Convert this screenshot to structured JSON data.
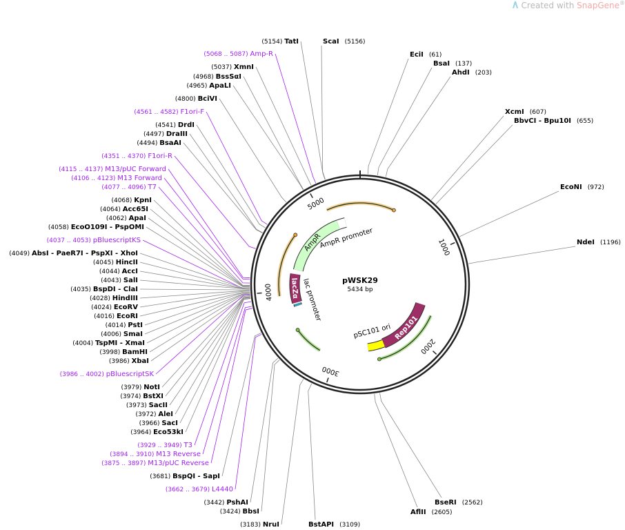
{
  "watermark": {
    "prefix": "Created with ",
    "brand": "SnapGene",
    "mark": "®",
    "icon": "snapgene-logo-icon"
  },
  "plasmid": {
    "name": "pWSK29",
    "size_label": "5434 bp",
    "length": 5434
  },
  "ticks": [
    {
      "pos": 1000,
      "label": "1000"
    },
    {
      "pos": 2000,
      "label": "2000"
    },
    {
      "pos": 3000,
      "label": "3000"
    },
    {
      "pos": 4000,
      "label": "4000"
    },
    {
      "pos": 5000,
      "label": "5000"
    }
  ],
  "features": [
    {
      "name": "AmpR",
      "start": 4268,
      "end": 5130,
      "color": "#cfffc9",
      "type": "arrow"
    },
    {
      "name": "AmpR promoter",
      "start": 5130,
      "end": 5234,
      "color": "#ffffff",
      "type": "arrow"
    },
    {
      "name": "lacZα",
      "start": 3835,
      "end": 4210,
      "color": "#9d2f66",
      "type": "arrow"
    },
    {
      "name": "lac promoter",
      "start": 3790,
      "end": 3820,
      "color": "#34a0b8",
      "type": "box"
    },
    {
      "name": "Rep101",
      "start": 1630,
      "end": 2390,
      "color": "#9d2f66",
      "type": "arrow"
    },
    {
      "name": "pSC101 ori",
      "start": 2390,
      "end": 2610,
      "color": "#ffff00",
      "type": "box"
    }
  ],
  "cut_labels_right": [
    {
      "pos": "(61)",
      "name": "EciI",
      "site": 61
    },
    {
      "pos": "(137)",
      "name": "BsaI",
      "site": 137
    },
    {
      "pos": "(203)",
      "name": "AhdI",
      "site": 203
    },
    {
      "pos": "(607)",
      "name": "XcmI",
      "site": 607
    },
    {
      "pos": "(655)",
      "name": "BbvCI - Bpu10I",
      "site": 655
    },
    {
      "pos": "(972)",
      "name": "EcoNI",
      "site": 972
    },
    {
      "pos": "(1196)",
      "name": "NdeI",
      "site": 1196
    },
    {
      "pos": "(2562)",
      "name": "BseRI",
      "site": 2562
    },
    {
      "pos": "(2605)",
      "name": "AflII",
      "site": 2605
    },
    {
      "pos": "(3109)",
      "name": "BstAPI",
      "site": 3109
    },
    {
      "pos": "(5156)",
      "name": "ScaI",
      "site": 5156
    }
  ],
  "cut_labels_left": [
    {
      "pos": "(5154)",
      "name": "TatI",
      "site": 5154
    },
    {
      "pos": "(5037)",
      "name": "XmnI",
      "site": 5037
    },
    {
      "pos": "(4968)",
      "name": "BssSαI",
      "site": 4968
    },
    {
      "pos": "(4965)",
      "name": "ApaLI",
      "site": 4965
    },
    {
      "pos": "(4800)",
      "name": "BciVI",
      "site": 4800
    },
    {
      "pos": "(4541)",
      "name": "DrdI",
      "site": 4541
    },
    {
      "pos": "(4497)",
      "name": "DraIII",
      "site": 4497
    },
    {
      "pos": "(4494)",
      "name": "BsaAI",
      "site": 4494
    },
    {
      "pos": "(4068)",
      "name": "KpnI",
      "site": 4068
    },
    {
      "pos": "(4064)",
      "name": "Acc65I",
      "site": 4064
    },
    {
      "pos": "(4062)",
      "name": "ApaI",
      "site": 4062
    },
    {
      "pos": "(4058)",
      "name": "EcoO109I - PspOMI",
      "site": 4058
    },
    {
      "pos": "(4049)",
      "name": "AbsI - PaeR7I - PspXI - XhoI",
      "site": 4049
    },
    {
      "pos": "(4045)",
      "name": "HincII",
      "site": 4045
    },
    {
      "pos": "(4044)",
      "name": "AccI",
      "site": 4044
    },
    {
      "pos": "(4043)",
      "name": "SalI",
      "site": 4043
    },
    {
      "pos": "(4035)",
      "name": "BspDI - ClaI",
      "site": 4035
    },
    {
      "pos": "(4028)",
      "name": "HindIII",
      "site": 4028
    },
    {
      "pos": "(4024)",
      "name": "EcoRV",
      "site": 4024
    },
    {
      "pos": "(4016)",
      "name": "EcoRI",
      "site": 4016
    },
    {
      "pos": "(4014)",
      "name": "PstI",
      "site": 4014
    },
    {
      "pos": "(4006)",
      "name": "SmaI",
      "site": 4006
    },
    {
      "pos": "(4004)",
      "name": "TspMI - XmaI",
      "site": 4004
    },
    {
      "pos": "(3998)",
      "name": "BamHI",
      "site": 3998
    },
    {
      "pos": "(3986)",
      "name": "XbaI",
      "site": 3986
    },
    {
      "pos": "(3979)",
      "name": "NotI",
      "site": 3979
    },
    {
      "pos": "(3974)",
      "name": "BstXI",
      "site": 3974
    },
    {
      "pos": "(3973)",
      "name": "SacII",
      "site": 3973
    },
    {
      "pos": "(3972)",
      "name": "AleI",
      "site": 3972
    },
    {
      "pos": "(3966)",
      "name": "SacI",
      "site": 3966
    },
    {
      "pos": "(3964)",
      "name": "Eco53kI",
      "site": 3964
    },
    {
      "pos": "(3681)",
      "name": "BspQI - SapI",
      "site": 3681
    },
    {
      "pos": "(3442)",
      "name": "PshAI",
      "site": 3442
    },
    {
      "pos": "(3424)",
      "name": "BbsI",
      "site": 3424
    },
    {
      "pos": "(3183)",
      "name": "NruI",
      "site": 3183
    }
  ],
  "feature_labels": [
    {
      "pos": "(5068 .. 5087)",
      "name": "Amp-R",
      "site": 5077
    },
    {
      "pos": "(4561 .. 4582)",
      "name": "F1ori-F",
      "site": 4571
    },
    {
      "pos": "(4351 .. 4370)",
      "name": "F1ori-R",
      "site": 4360
    },
    {
      "pos": "(4115 .. 4137)",
      "name": "M13/pUC Forward",
      "site": 4126
    },
    {
      "pos": "(4106 .. 4123)",
      "name": "M13 Forward",
      "site": 4114
    },
    {
      "pos": "(4077 .. 4096)",
      "name": "T7",
      "site": 4086
    },
    {
      "pos": "(4037 .. 4053)",
      "name": "pBluescriptKS",
      "site": 4045
    },
    {
      "pos": "(3986 .. 4002)",
      "name": "pBluescriptSK",
      "site": 3994
    },
    {
      "pos": "(3929 .. 3949)",
      "name": "T3",
      "site": 3939
    },
    {
      "pos": "(3894 .. 3910)",
      "name": "M13 Reverse",
      "site": 3902
    },
    {
      "pos": "(3875 .. 3897)",
      "name": "M13/pUC Reverse",
      "site": 3886
    },
    {
      "pos": "(3662 .. 3679)",
      "name": "L4440",
      "site": 3670
    }
  ],
  "primers": [
    {
      "start": 5070,
      "end": 370,
      "color": "#f0a43a"
    },
    {
      "start": 3950,
      "end": 4640,
      "color": "#f0a43a"
    },
    {
      "start": 1720,
      "end": 2500,
      "color": "#7ec242"
    },
    {
      "start": 3190,
      "end": 3530,
      "color": "#7ec242"
    }
  ]
}
